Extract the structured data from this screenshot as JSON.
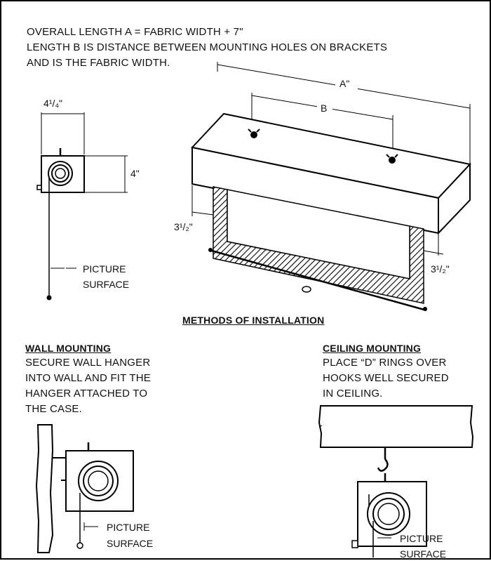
{
  "header": {
    "line1": "OVERALL LENGTH A = FABRIC WIDTH + 7\"",
    "line2": "LENGTH B IS DISTANCE BETWEEN MOUNTING HOLES ON BRACKETS",
    "line3": "AND IS THE FABRIC WIDTH."
  },
  "dimensions": {
    "width_top": "4¹/₄\"",
    "height_side": "4\"",
    "length_a": "A\"",
    "length_b": "B",
    "gap_left": "3¹/₂\"",
    "gap_right": "3¹/₂\""
  },
  "labels": {
    "picture": "PICTURE",
    "surface": "SURFACE"
  },
  "methods_title": "METHODS OF INSTALLATION",
  "wall": {
    "heading": "WALL MOUNTING",
    "lines": [
      "SECURE WALL HANGER",
      "INTO WALL AND FIT THE",
      "HANGER ATTACHED TO",
      "THE CASE."
    ]
  },
  "ceiling": {
    "heading": "CEILING MOUNTING",
    "lines": [
      "PLACE “D” RINGS OVER",
      "HOOKS WELL SECURED",
      "IN CEILING."
    ]
  }
}
